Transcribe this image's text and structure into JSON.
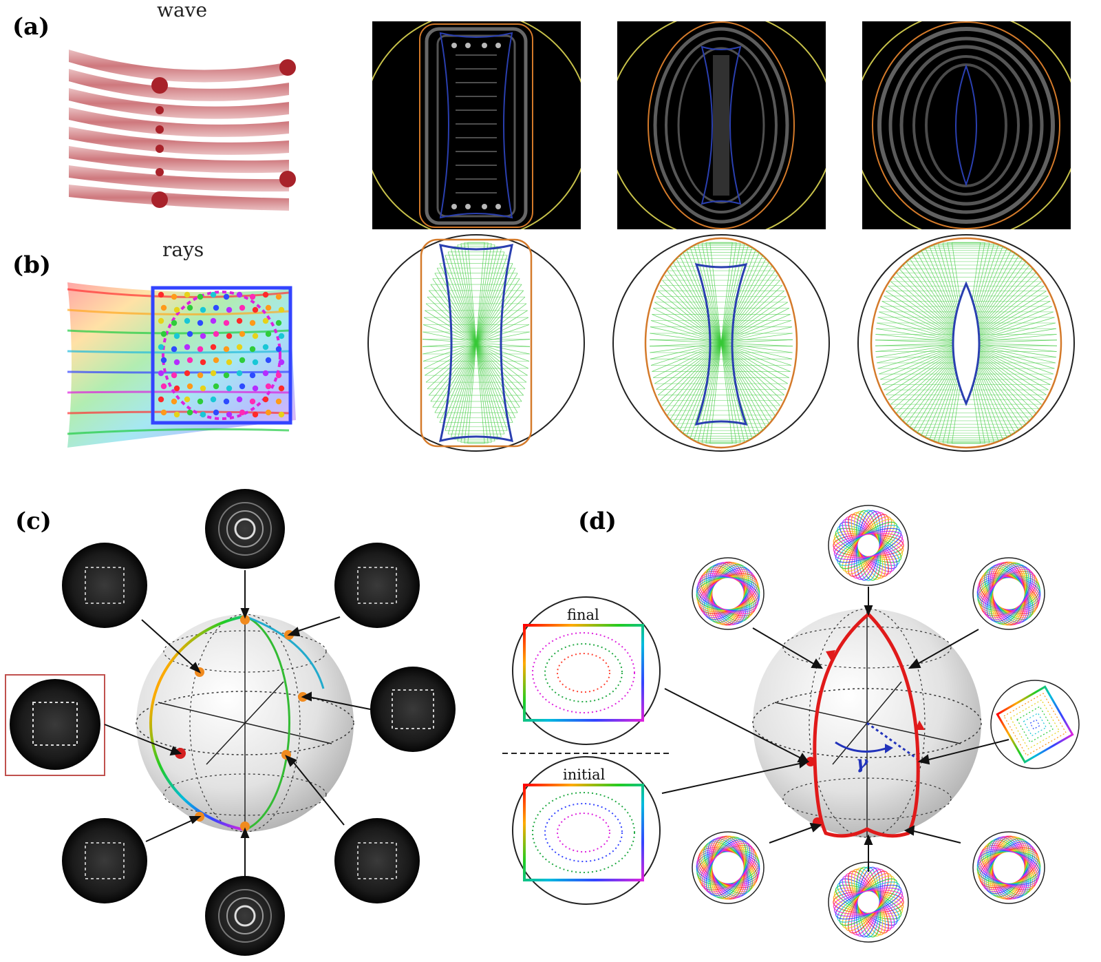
{
  "panels": {
    "a": {
      "label": "(a)",
      "caption": "wave"
    },
    "b": {
      "label": "(b)",
      "caption": "rays"
    },
    "c": {
      "label": "(c)"
    },
    "d": {
      "label": "(d)",
      "final_label": "final",
      "initial_label": "initial",
      "gamma_label": "γ"
    }
  },
  "colors": {
    "wave_tube": "#b5494d",
    "outer_circle_a": "#c8c24a",
    "boundary_orange": "#d47a2a",
    "caustic_blue": "#2a3fb0",
    "ray_green": "#38c838",
    "path_red": "#e01a1a",
    "highlight_box": "#c0504d"
  },
  "icons": [
    "wave-beam-3d-icon",
    "ray-beam-3d-icon",
    "poincare-sphere-icon",
    "lissajous-ray-icon",
    "mode-pattern-icon"
  ]
}
